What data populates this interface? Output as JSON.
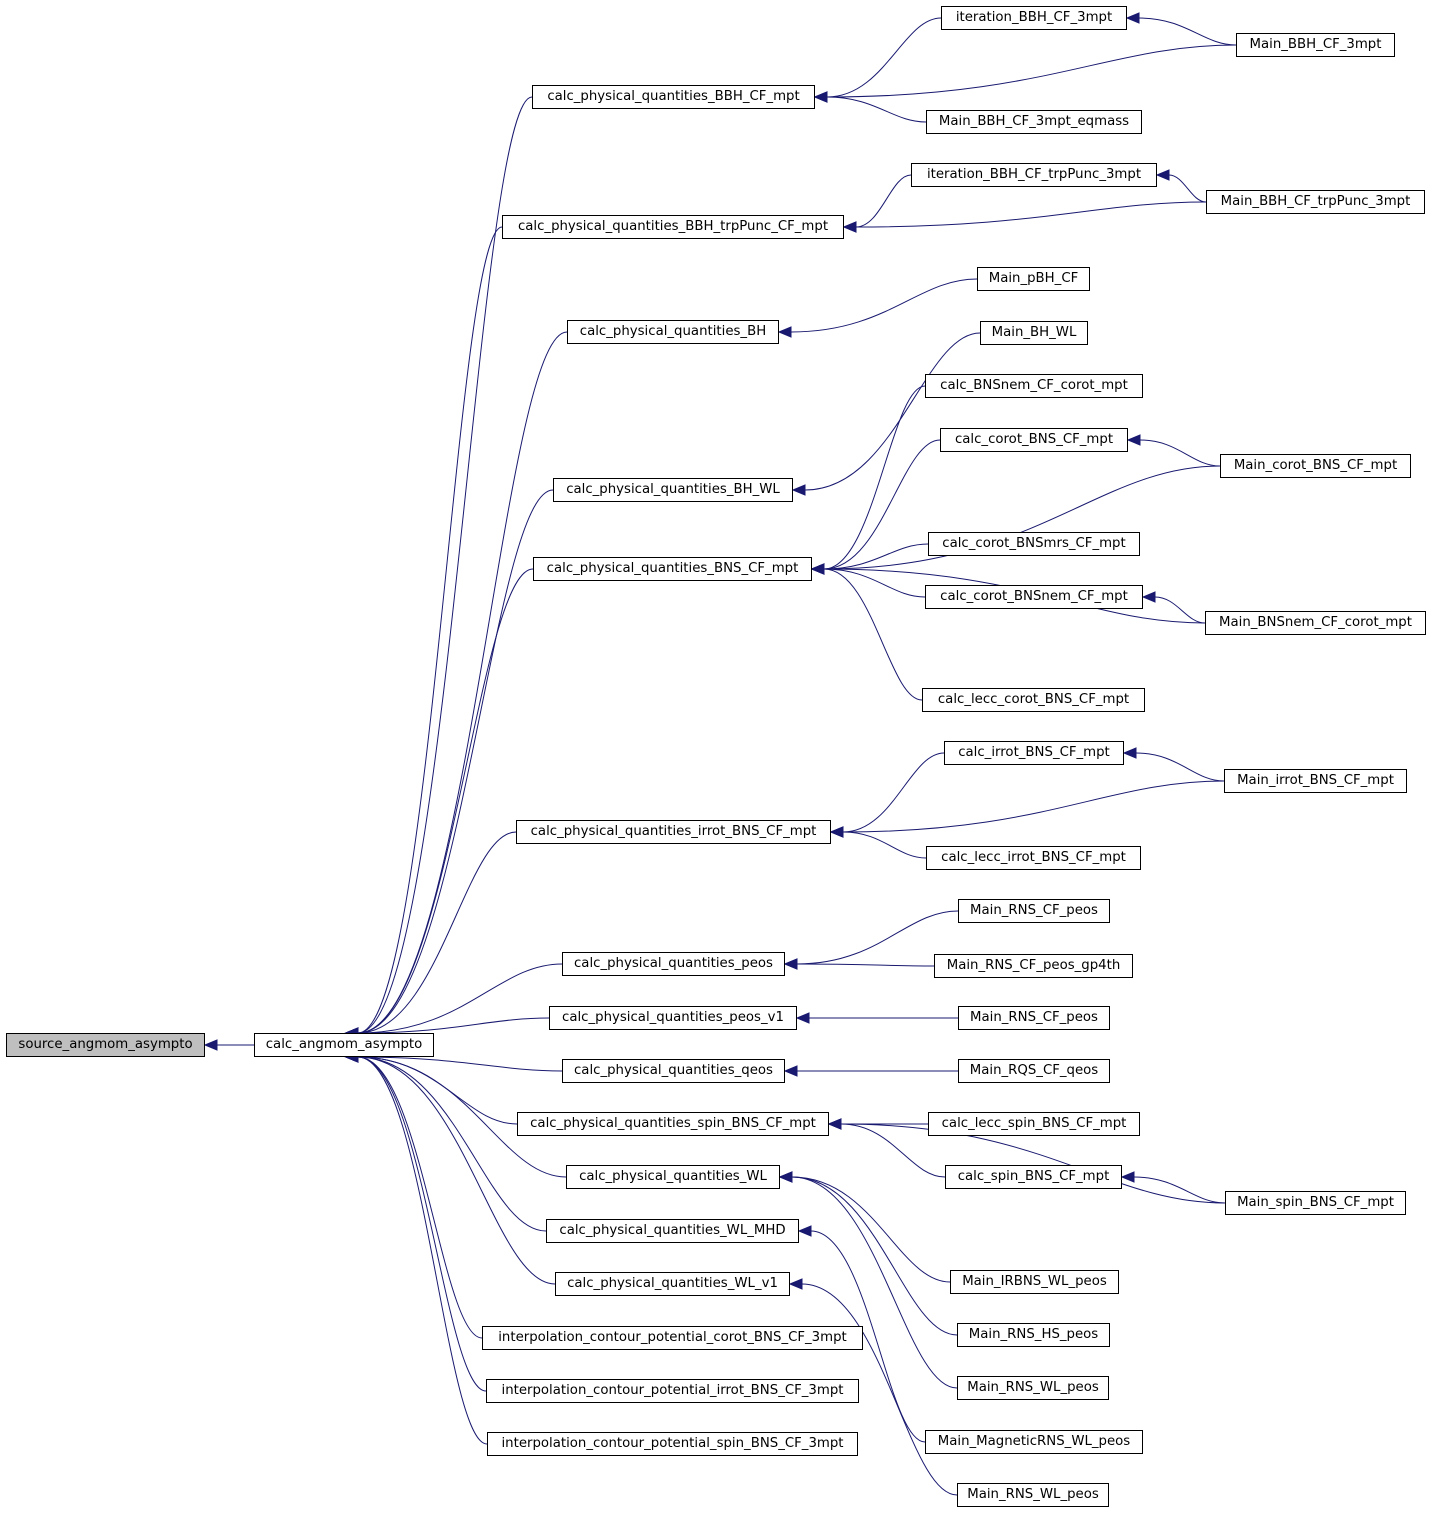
{
  "colors": {
    "edge": "#191970",
    "root_fill": "#bfbfbf",
    "node_fill": "#ffffff",
    "node_border": "#000000"
  },
  "nodes": {
    "source_angmom_asympto": "source_angmom_asympto",
    "calc_angmom_asympto": "calc_angmom_asympto",
    "calc_physical_quantities_BBH_CF_mpt": "calc_physical_quantities_BBH_CF_mpt",
    "calc_physical_quantities_BBH_trpPunc_CF_mpt": "calc_physical_quantities_BBH_trpPunc_CF_mpt",
    "calc_physical_quantities_BH": "calc_physical_quantities_BH",
    "calc_physical_quantities_BH_WL": "calc_physical_quantities_BH_WL",
    "calc_physical_quantities_BNS_CF_mpt": "calc_physical_quantities_BNS_CF_mpt",
    "calc_physical_quantities_irrot_BNS_CF_mpt": "calc_physical_quantities_irrot_BNS_CF_mpt",
    "calc_physical_quantities_peos": "calc_physical_quantities_peos",
    "calc_physical_quantities_peos_v1": "calc_physical_quantities_peos_v1",
    "calc_physical_quantities_qeos": "calc_physical_quantities_qeos",
    "calc_physical_quantities_spin_BNS_CF_mpt": "calc_physical_quantities_spin_BNS_CF_mpt",
    "calc_physical_quantities_WL": "calc_physical_quantities_WL",
    "calc_physical_quantities_WL_MHD": "calc_physical_quantities_WL_MHD",
    "calc_physical_quantities_WL_v1": "calc_physical_quantities_WL_v1",
    "interpolation_contour_potential_corot_BNS_CF_3mpt": "interpolation_contour_potential_corot_BNS_CF_3mpt",
    "interpolation_contour_potential_irrot_BNS_CF_3mpt": "interpolation_contour_potential_irrot_BNS_CF_3mpt",
    "interpolation_contour_potential_spin_BNS_CF_3mpt": "interpolation_contour_potential_spin_BNS_CF_3mpt",
    "iteration_BBH_CF_3mpt": "iteration_BBH_CF_3mpt",
    "Main_BBH_CF_3mpt_eqmass": "Main_BBH_CF_3mpt_eqmass",
    "iteration_BBH_CF_trpPunc_3mpt": "iteration_BBH_CF_trpPunc_3mpt",
    "Main_pBH_CF": "Main_pBH_CF",
    "Main_BH_WL": "Main_BH_WL",
    "calc_BNSnem_CF_corot_mpt": "calc_BNSnem_CF_corot_mpt",
    "calc_corot_BNS_CF_mpt": "calc_corot_BNS_CF_mpt",
    "calc_corot_BNSmrs_CF_mpt": "calc_corot_BNSmrs_CF_mpt",
    "calc_corot_BNSnem_CF_mpt": "calc_corot_BNSnem_CF_mpt",
    "calc_lecc_corot_BNS_CF_mpt": "calc_lecc_corot_BNS_CF_mpt",
    "calc_irrot_BNS_CF_mpt": "calc_irrot_BNS_CF_mpt",
    "calc_lecc_irrot_BNS_CF_mpt": "calc_lecc_irrot_BNS_CF_mpt",
    "Main_RNS_CF_peos_a": "Main_RNS_CF_peos",
    "Main_RNS_CF_peos_gp4th": "Main_RNS_CF_peos_gp4th",
    "Main_RNS_CF_peos_b": "Main_RNS_CF_peos",
    "Main_RQS_CF_qeos": "Main_RQS_CF_qeos",
    "calc_lecc_spin_BNS_CF_mpt": "calc_lecc_spin_BNS_CF_mpt",
    "calc_spin_BNS_CF_mpt": "calc_spin_BNS_CF_mpt",
    "Main_IRBNS_WL_peos": "Main_IRBNS_WL_peos",
    "Main_RNS_HS_peos": "Main_RNS_HS_peos",
    "Main_RNS_WL_peos_a": "Main_RNS_WL_peos",
    "Main_MagneticRNS_WL_peos": "Main_MagneticRNS_WL_peos",
    "Main_RNS_WL_peos_b": "Main_RNS_WL_peos",
    "Main_BBH_CF_3mpt": "Main_BBH_CF_3mpt",
    "Main_BBH_CF_trpPunc_3mpt": "Main_BBH_CF_trpPunc_3mpt",
    "Main_corot_BNS_CF_mpt": "Main_corot_BNS_CF_mpt",
    "Main_BNSnem_CF_corot_mpt": "Main_BNSnem_CF_corot_mpt",
    "Main_irrot_BNS_CF_mpt": "Main_irrot_BNS_CF_mpt",
    "Main_spin_BNS_CF_mpt": "Main_spin_BNS_CF_mpt"
  },
  "edges": [
    [
      "calc_angmom_asympto",
      "source_angmom_asympto"
    ],
    [
      "calc_physical_quantities_BBH_CF_mpt",
      "calc_angmom_asympto"
    ],
    [
      "calc_physical_quantities_BBH_trpPunc_CF_mpt",
      "calc_angmom_asympto"
    ],
    [
      "calc_physical_quantities_BH",
      "calc_angmom_asympto"
    ],
    [
      "calc_physical_quantities_BH_WL",
      "calc_angmom_asympto"
    ],
    [
      "calc_physical_quantities_BNS_CF_mpt",
      "calc_angmom_asympto"
    ],
    [
      "calc_physical_quantities_irrot_BNS_CF_mpt",
      "calc_angmom_asympto"
    ],
    [
      "calc_physical_quantities_peos",
      "calc_angmom_asympto"
    ],
    [
      "calc_physical_quantities_peos_v1",
      "calc_angmom_asympto"
    ],
    [
      "calc_physical_quantities_qeos",
      "calc_angmom_asympto"
    ],
    [
      "calc_physical_quantities_spin_BNS_CF_mpt",
      "calc_angmom_asympto"
    ],
    [
      "calc_physical_quantities_WL",
      "calc_angmom_asympto"
    ],
    [
      "calc_physical_quantities_WL_MHD",
      "calc_angmom_asympto"
    ],
    [
      "calc_physical_quantities_WL_v1",
      "calc_angmom_asympto"
    ],
    [
      "interpolation_contour_potential_corot_BNS_CF_3mpt",
      "calc_angmom_asympto"
    ],
    [
      "interpolation_contour_potential_irrot_BNS_CF_3mpt",
      "calc_angmom_asympto"
    ],
    [
      "interpolation_contour_potential_spin_BNS_CF_3mpt",
      "calc_angmom_asympto"
    ],
    [
      "iteration_BBH_CF_3mpt",
      "calc_physical_quantities_BBH_CF_mpt"
    ],
    [
      "Main_BBH_CF_3mpt",
      "calc_physical_quantities_BBH_CF_mpt"
    ],
    [
      "Main_BBH_CF_3mpt_eqmass",
      "calc_physical_quantities_BBH_CF_mpt"
    ],
    [
      "Main_BBH_CF_3mpt",
      "iteration_BBH_CF_3mpt"
    ],
    [
      "iteration_BBH_CF_trpPunc_3mpt",
      "calc_physical_quantities_BBH_trpPunc_CF_mpt"
    ],
    [
      "Main_BBH_CF_trpPunc_3mpt",
      "calc_physical_quantities_BBH_trpPunc_CF_mpt"
    ],
    [
      "Main_BBH_CF_trpPunc_3mpt",
      "iteration_BBH_CF_trpPunc_3mpt"
    ],
    [
      "Main_pBH_CF",
      "calc_physical_quantities_BH"
    ],
    [
      "Main_BH_WL",
      "calc_physical_quantities_BH_WL"
    ],
    [
      "calc_BNSnem_CF_corot_mpt",
      "calc_physical_quantities_BNS_CF_mpt"
    ],
    [
      "calc_corot_BNS_CF_mpt",
      "calc_physical_quantities_BNS_CF_mpt"
    ],
    [
      "Main_corot_BNS_CF_mpt",
      "calc_physical_quantities_BNS_CF_mpt"
    ],
    [
      "calc_corot_BNSmrs_CF_mpt",
      "calc_physical_quantities_BNS_CF_mpt"
    ],
    [
      "calc_corot_BNSnem_CF_mpt",
      "calc_physical_quantities_BNS_CF_mpt"
    ],
    [
      "Main_BNSnem_CF_corot_mpt",
      "calc_physical_quantities_BNS_CF_mpt"
    ],
    [
      "calc_lecc_corot_BNS_CF_mpt",
      "calc_physical_quantities_BNS_CF_mpt"
    ],
    [
      "Main_corot_BNS_CF_mpt",
      "calc_corot_BNS_CF_mpt"
    ],
    [
      "Main_BNSnem_CF_corot_mpt",
      "calc_corot_BNSnem_CF_mpt"
    ],
    [
      "calc_irrot_BNS_CF_mpt",
      "calc_physical_quantities_irrot_BNS_CF_mpt"
    ],
    [
      "Main_irrot_BNS_CF_mpt",
      "calc_physical_quantities_irrot_BNS_CF_mpt"
    ],
    [
      "calc_lecc_irrot_BNS_CF_mpt",
      "calc_physical_quantities_irrot_BNS_CF_mpt"
    ],
    [
      "Main_irrot_BNS_CF_mpt",
      "calc_irrot_BNS_CF_mpt"
    ],
    [
      "Main_RNS_CF_peos_a",
      "calc_physical_quantities_peos"
    ],
    [
      "Main_RNS_CF_peos_gp4th",
      "calc_physical_quantities_peos"
    ],
    [
      "Main_RNS_CF_peos_b",
      "calc_physical_quantities_peos_v1"
    ],
    [
      "Main_RQS_CF_qeos",
      "calc_physical_quantities_qeos"
    ],
    [
      "calc_lecc_spin_BNS_CF_mpt",
      "calc_physical_quantities_spin_BNS_CF_mpt"
    ],
    [
      "calc_spin_BNS_CF_mpt",
      "calc_physical_quantities_spin_BNS_CF_mpt"
    ],
    [
      "Main_spin_BNS_CF_mpt",
      "calc_physical_quantities_spin_BNS_CF_mpt"
    ],
    [
      "Main_spin_BNS_CF_mpt",
      "calc_spin_BNS_CF_mpt"
    ],
    [
      "Main_IRBNS_WL_peos",
      "calc_physical_quantities_WL"
    ],
    [
      "Main_RNS_HS_peos",
      "calc_physical_quantities_WL"
    ],
    [
      "Main_RNS_WL_peos_a",
      "calc_physical_quantities_WL"
    ],
    [
      "Main_MagneticRNS_WL_peos",
      "calc_physical_quantities_WL_MHD"
    ],
    [
      "Main_RNS_WL_peos_b",
      "calc_physical_quantities_WL_v1"
    ]
  ]
}
